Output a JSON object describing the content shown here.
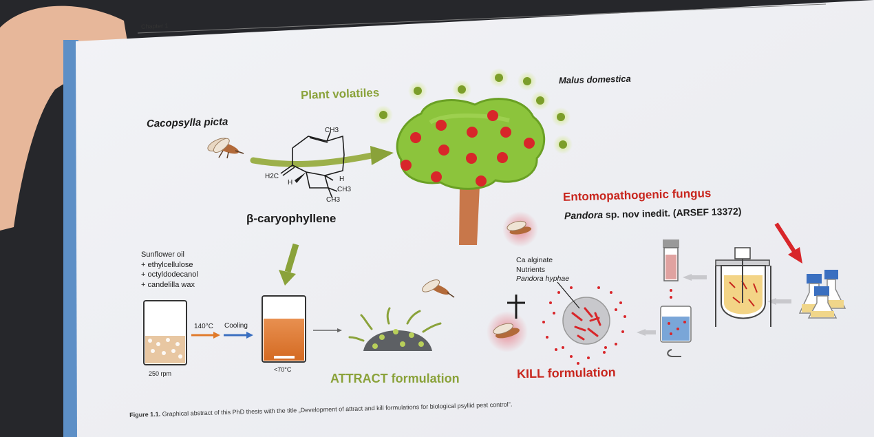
{
  "header": {
    "chapter": "Chapter 1"
  },
  "organisms": {
    "insect": "Cacopsylla picta",
    "plant": "Malus domestica"
  },
  "labels": {
    "plant_volatiles": "Plant volatiles",
    "compound": "β-caryophyllene",
    "fungus_title": "Entomopathogenic fungus",
    "fungus_species_italic": "Pandora",
    "fungus_species_rest": " sp. nov inedit. (ARSEF 13372)"
  },
  "molecule": {
    "ch3_top": "CH3",
    "h2c": "H2C",
    "h_left": "H",
    "h_right": "H",
    "ch3_right": "CH3",
    "ch3_bottom": "CH3"
  },
  "ingredients": [
    "Sunflower oil",
    "+ ethylcellulose",
    "+ octyldodecanol",
    "+ candelilla wax"
  ],
  "process": {
    "rpm": "250 rpm",
    "temp_heat": "140°C",
    "cooling": "Cooling",
    "temp_cool": "<70°C"
  },
  "kill_components": {
    "line1": "Ca alginate",
    "line2": "Nutrients",
    "line3": "Pandora hyphae"
  },
  "formulations": {
    "attract": "ATTRACT formulation",
    "kill": "KILL formulation"
  },
  "caption": {
    "label": "Figure 1.1.",
    "text": " Graphical abstract of this PhD thesis with the title „Development of attract and kill formulations for biological psyllid pest control\"."
  },
  "colors": {
    "green_text": "#8aa23a",
    "red_text": "#c8261e",
    "tree_green": "#8cc43c",
    "apple_red": "#d8262a",
    "orange_arrow": "#e07a2a",
    "blue_arrow": "#3a6fc0"
  }
}
